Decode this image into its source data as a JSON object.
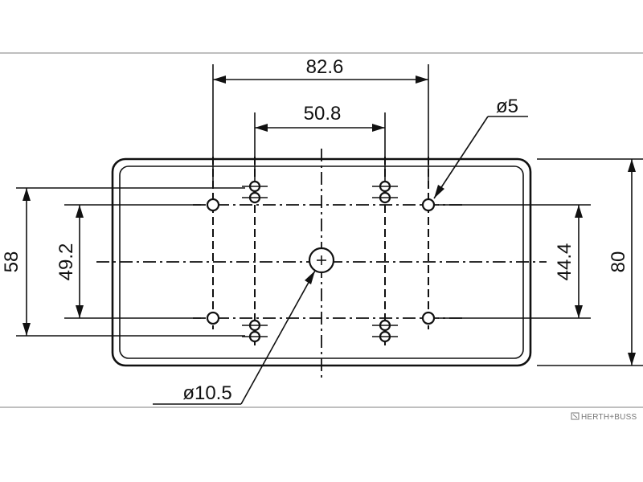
{
  "drawing": {
    "dimensions": {
      "width_outer_holes": "82.6",
      "width_inner_holes": "50.8",
      "height_left_outer": "58",
      "height_left_inner": "49.2",
      "height_right_inner": "44.4",
      "height_overall": "80",
      "small_hole_diameter": "ø5",
      "center_hole_diameter": "ø10.5"
    },
    "logo": {
      "text": "HERTH+BUSS",
      "icon": "herth-buss-logo-icon"
    }
  }
}
